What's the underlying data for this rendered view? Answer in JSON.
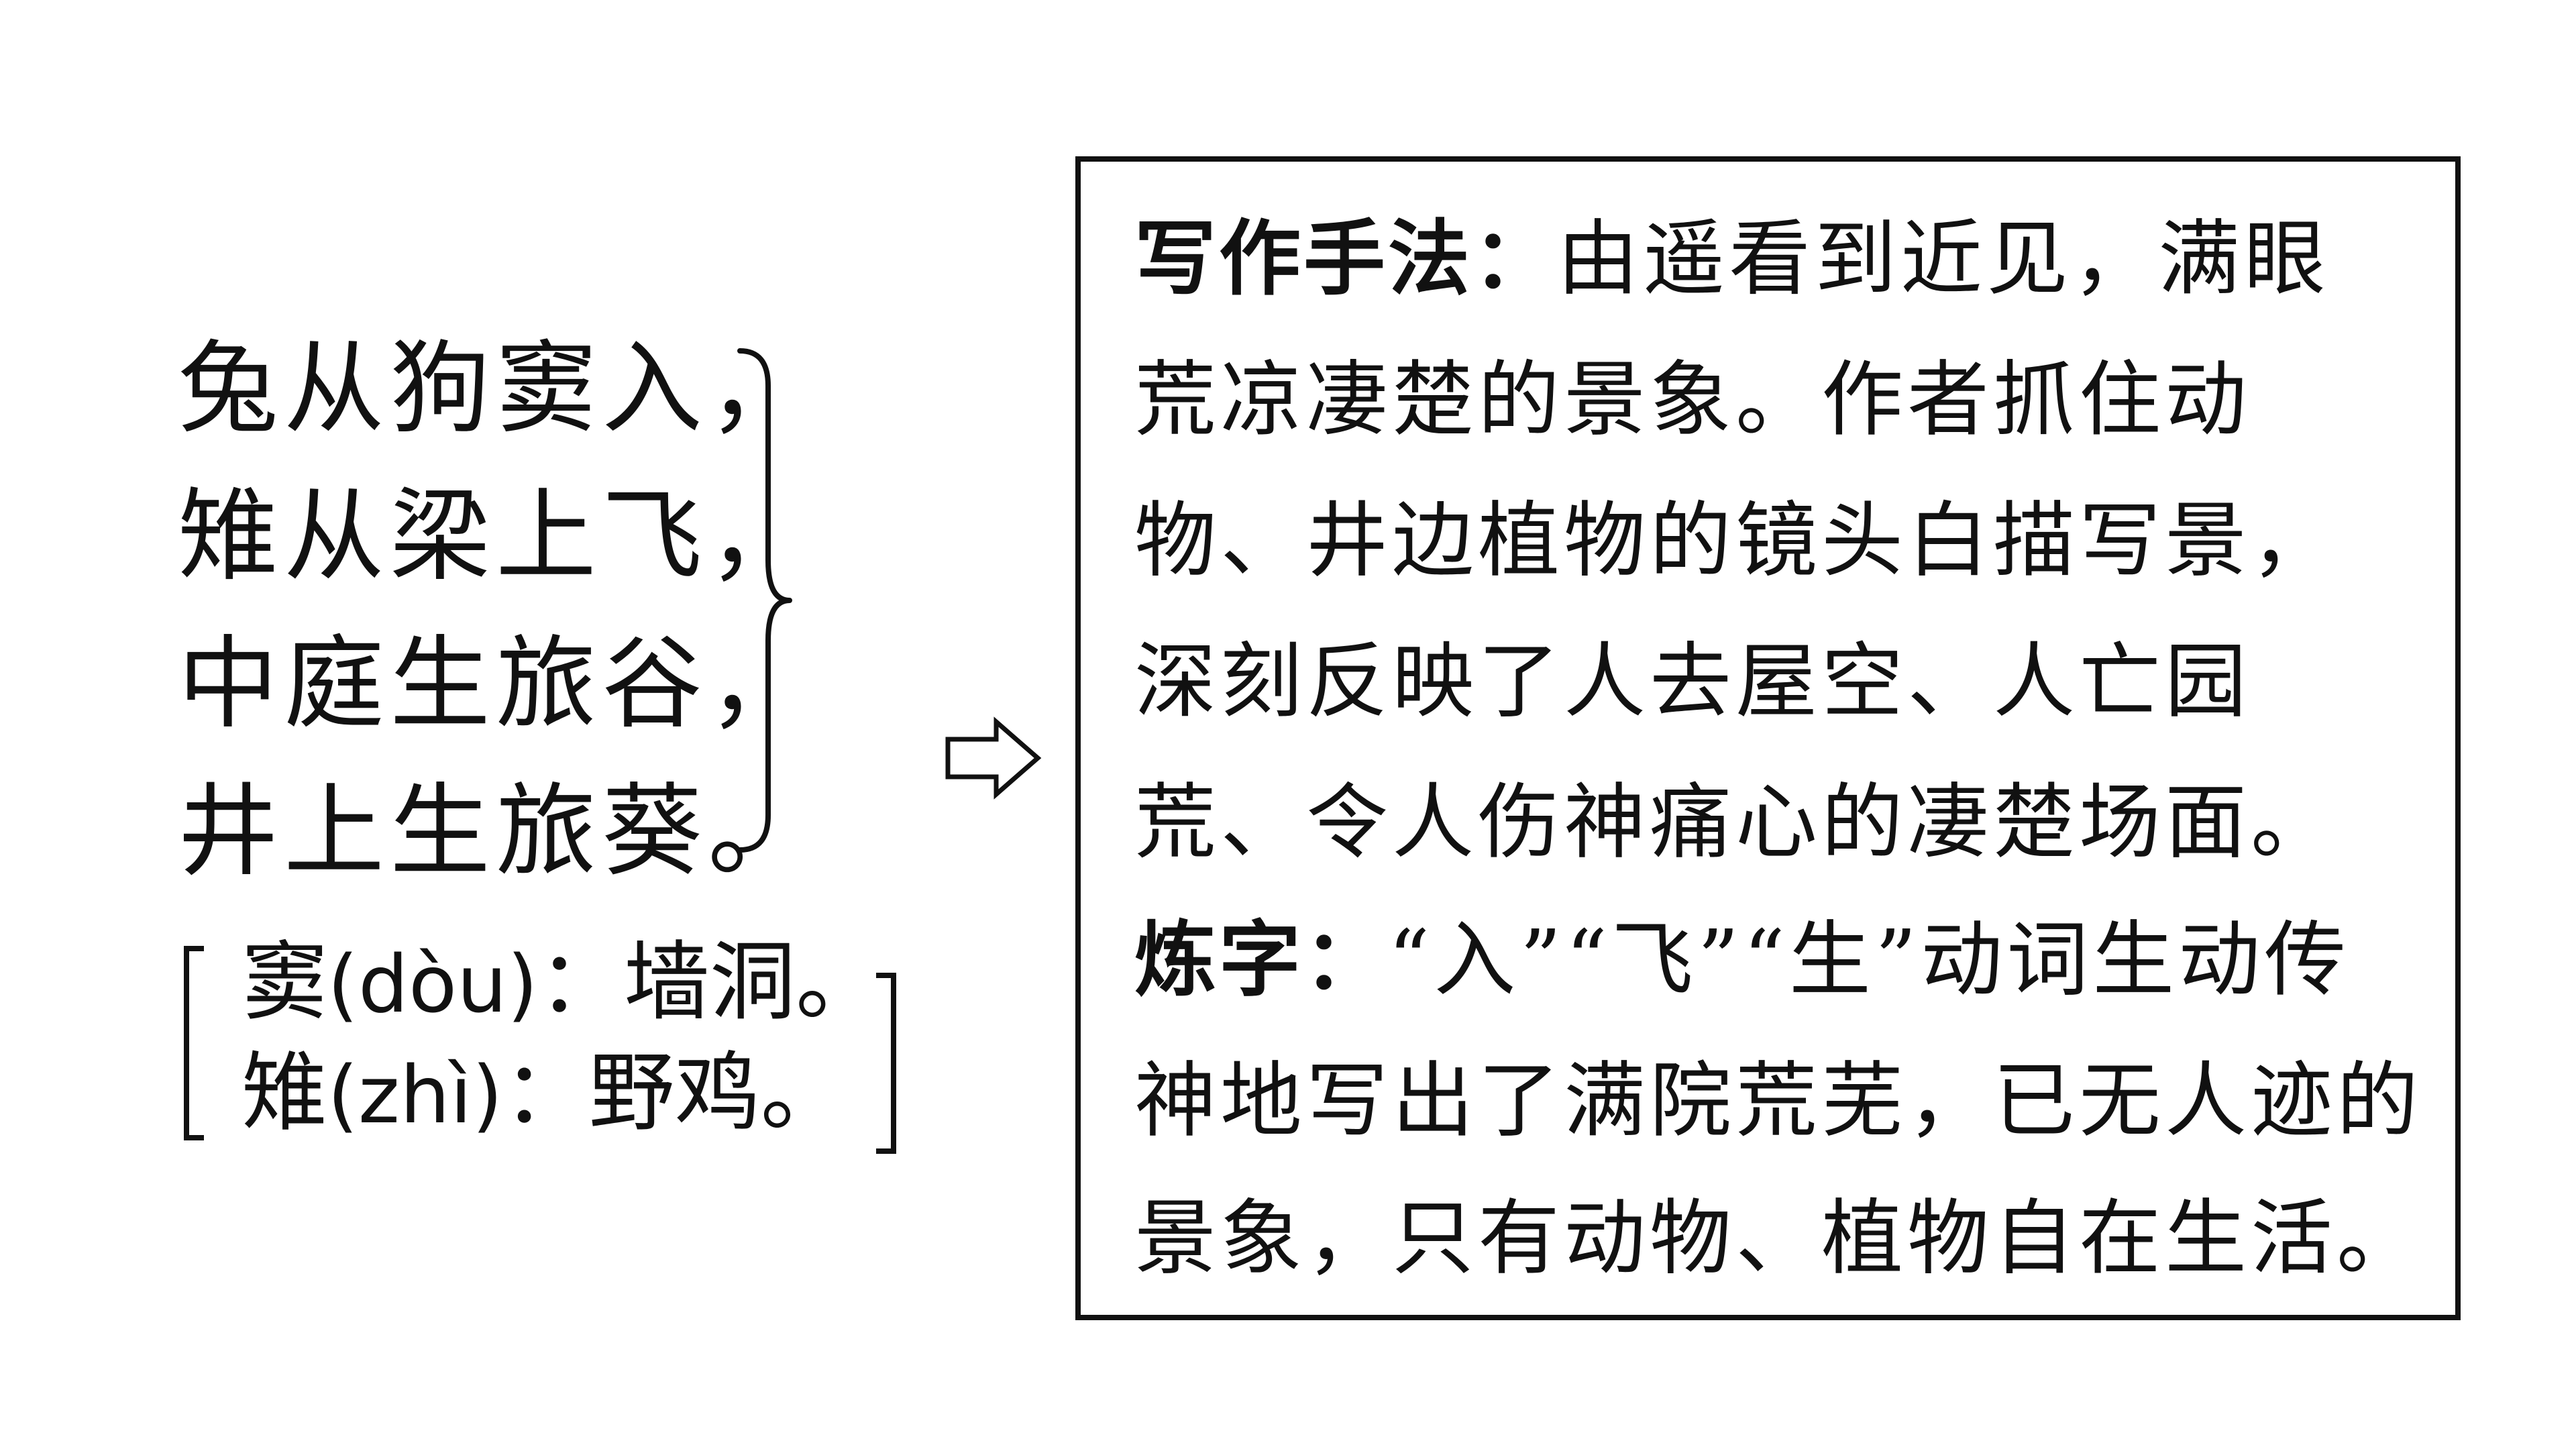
{
  "poem": {
    "lines": [
      "兔从狗窦入，",
      "雉从梁上飞，",
      "中庭生旅谷，",
      "井上生旅葵。"
    ]
  },
  "glosses": [
    {
      "char": "窦",
      "pinyin": "(dòu)",
      "meaning": "：墙洞。"
    },
    {
      "char": "雉",
      "pinyin": "(zhì)",
      "meaning": "：野鸡。"
    }
  ],
  "arrow": {
    "icon": "hollow-right-arrow-icon"
  },
  "analysis": {
    "writing_method_label": "写作手法：",
    "writing_method_lines": [
      "由遥看到近见，满眼",
      "荒凉凄楚的景象。作者抓住动",
      "物、井边植物的镜头白描写景，",
      "深刻反映了人去屋空、人亡园",
      "荒、令人伤神痛心的凄楚场面。"
    ],
    "word_choice_label": "炼字：",
    "word_choice_lines": [
      "“入”“飞”“生”动词生动传",
      "神地写出了满院荒芜，已无人迹的",
      "景象，只有动物、植物自在生活。"
    ]
  },
  "colors": {
    "text": "#111111",
    "background": "#ffffff"
  }
}
